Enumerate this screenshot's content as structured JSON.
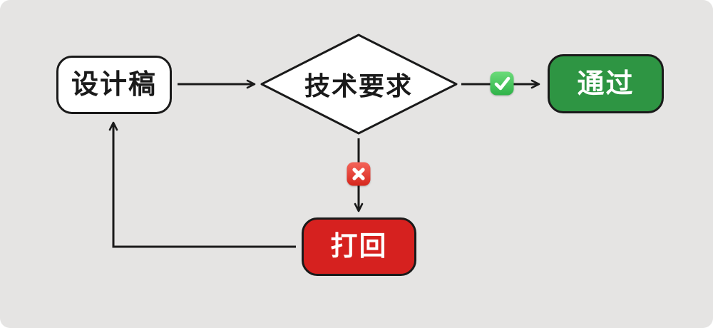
{
  "canvas": {
    "background": "#e5e4e3",
    "stroke_color": "#1a1a1a"
  },
  "nodes": {
    "design": {
      "label": "设计稿",
      "fill": "#ffffff",
      "text_color": "#1a1a1a"
    },
    "decision": {
      "label": "技术要求",
      "fill": "#ffffff",
      "text_color": "#1a1a1a"
    },
    "pass": {
      "label": "通过",
      "fill": "#2e9543",
      "text_color": "#ffffff"
    },
    "reject": {
      "label": "打回",
      "fill": "#d6211f",
      "text_color": "#ffffff"
    }
  },
  "icons": {
    "check": {
      "glyph": "check-mark-button",
      "top_color": "#6cdb7a",
      "bottom_color": "#2fb248",
      "mark_color": "#ffffff"
    },
    "cross": {
      "glyph": "cross-mark-button",
      "top_color": "#f4645a",
      "bottom_color": "#d6271d",
      "mark_color": "#ffffff"
    }
  },
  "edges": [
    {
      "from": "design",
      "to": "decision",
      "condition": ""
    },
    {
      "from": "decision",
      "to": "pass",
      "condition": "check"
    },
    {
      "from": "decision",
      "to": "reject",
      "condition": "cross"
    },
    {
      "from": "reject",
      "to": "design",
      "condition": ""
    }
  ]
}
